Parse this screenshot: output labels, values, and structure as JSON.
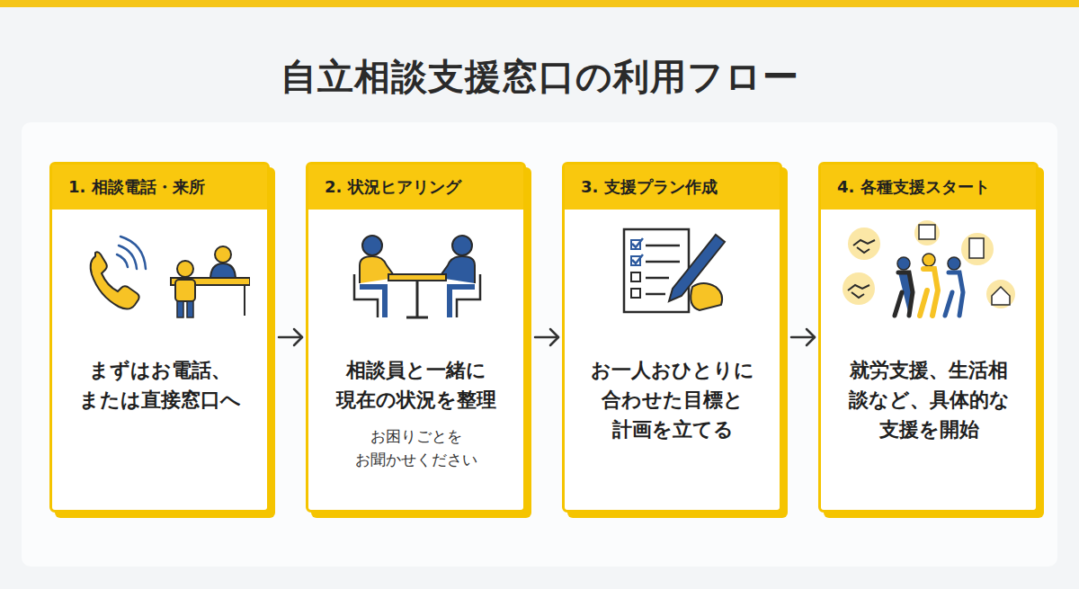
{
  "diagram": {
    "title": "自立相談支援窓口の利用フロー",
    "nodes": [
      {
        "text": [
          "1. 相談電話・来所",
          "まずはお電話、 または直接窓口へ"
        ]
      },
      {
        "text": [
          "2. 状況ヒアリング",
          "相談員と一緒に 現在の状況を整理",
          "お困りごとを お聞かせください"
        ]
      },
      {
        "text": [
          "3. 支援プラン作成",
          "お一人おひとりに 合わせた目標と 計画を立てる"
        ]
      },
      {
        "text": [
          "4. 各種支援スタート",
          "就労支援、生活相 談など、具体的な 支援を開始"
        ]
      }
    ],
    "edges": [
      {
        "from": 0,
        "to": 1,
        "arrow": "to"
      },
      {
        "from": 1,
        "to": 2,
        "arrow": "to"
      },
      {
        "from": 2,
        "to": 3,
        "arrow": "to"
      }
    ]
  }
}
